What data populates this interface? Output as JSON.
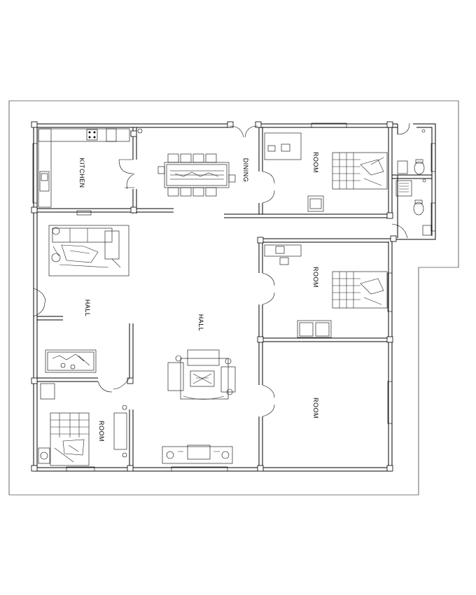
{
  "rooms": {
    "kitchen": "KITCHEN",
    "dining": "DINING",
    "room_top_right": "ROOM",
    "room_middle_right": "ROOM",
    "room_bottom_right": "ROOM",
    "room_bottom_left": "ROOM",
    "hall_left": "HALL",
    "hall_center": "HALL"
  }
}
